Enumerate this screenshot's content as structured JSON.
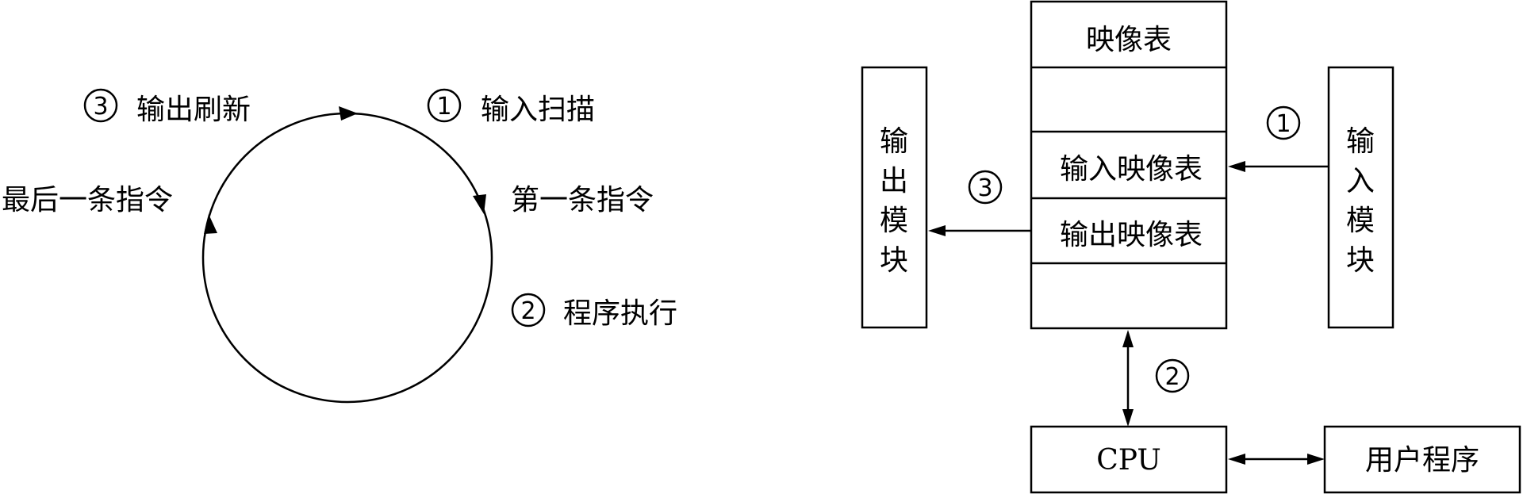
{
  "scan_cycle": {
    "step1_num": "1",
    "step1_label": "输入扫描",
    "step2_num": "2",
    "step2_label": "程序执行",
    "step3_num": "3",
    "step3_label": "输出刷新",
    "first_instruction": "第一条指令",
    "last_instruction": "最后一条指令"
  },
  "image_table": {
    "title": "映像表",
    "input_row": "输入映像表",
    "output_row": "输出映像表"
  },
  "output_module": {
    "label": [
      "输",
      "出",
      "模",
      "块"
    ]
  },
  "input_module": {
    "label": [
      "输",
      "入",
      "模",
      "块"
    ]
  },
  "arrows": {
    "input_num": "1",
    "cpu_num": "2",
    "output_num": "3"
  },
  "cpu": {
    "label": "CPU"
  },
  "user_program": {
    "label": "用户程序"
  },
  "colors": {
    "stroke": "#000000",
    "background": "#ffffff"
  }
}
